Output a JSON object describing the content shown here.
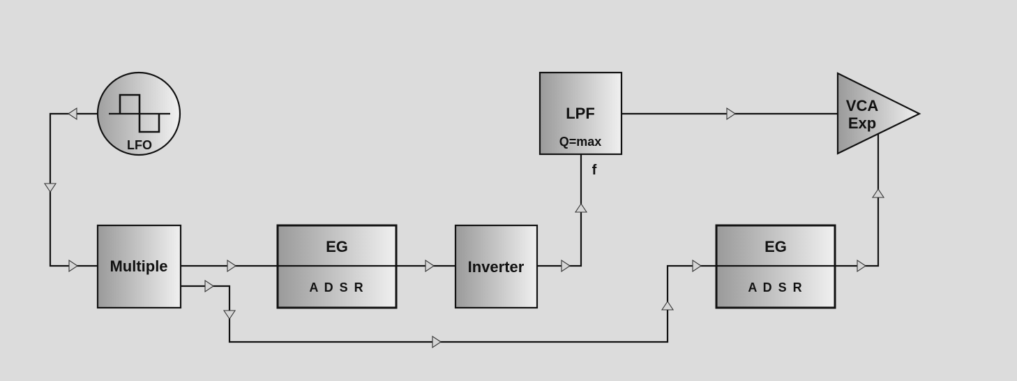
{
  "diagram": {
    "blocks": {
      "lfo": {
        "label": "LFO"
      },
      "multiple": {
        "label": "Multiple"
      },
      "eg1": {
        "title": "EG",
        "stages": "A D S R"
      },
      "inverter": {
        "label": "Inverter"
      },
      "lpf": {
        "title": "LPF",
        "param": "Q=max",
        "input_label": "f"
      },
      "eg2": {
        "title": "EG",
        "stages": "A D S R"
      },
      "vca": {
        "line1": "VCA",
        "line2": "Exp"
      }
    },
    "colors": {
      "background": "#dcdcdc",
      "block_fill_dark": "#9a9a9a",
      "block_fill_light": "#f0f0f0",
      "line": "#111111",
      "arrow_fill": "#d6d6d6"
    }
  }
}
